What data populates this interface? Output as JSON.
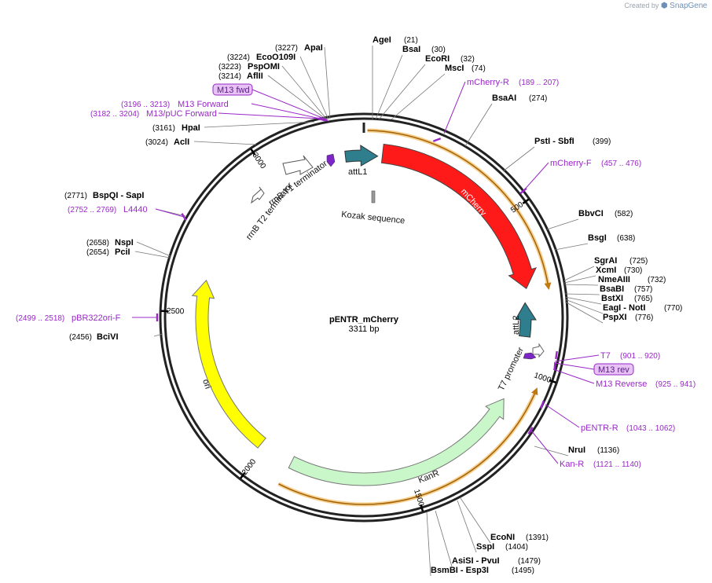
{
  "credit": {
    "prefix": "Created by",
    "brand": "SnapGene"
  },
  "plasmid": {
    "name": "pENTR_mCherry",
    "size_label": "3311 bp",
    "length": 3311
  },
  "ticks": [
    "500",
    "1000",
    "1500",
    "2000",
    "2500",
    "3000"
  ],
  "colors": {
    "mCherry": "#ff1a1a",
    "ori": "#ffff00",
    "KanR": "#c9f7c9",
    "att": "#2f7e8e",
    "primer": "#9a28c8",
    "orf_outline": "#f0a830"
  },
  "enzymes": [
    {
      "name": "AgeI",
      "pos": "(21)"
    },
    {
      "name": "BsaI",
      "pos": "(30)"
    },
    {
      "name": "EcoRI",
      "pos": "(32)"
    },
    {
      "name": "MscI",
      "pos": "(74)"
    },
    {
      "name": "BsaAI",
      "pos": "(274)"
    },
    {
      "name": "PstI  - SbfI",
      "pos": "(399)"
    },
    {
      "name": "BbvCI",
      "pos": "(582)"
    },
    {
      "name": "BsgI",
      "pos": "(638)"
    },
    {
      "name": "SgrAI",
      "pos": "(725)"
    },
    {
      "name": "XcmI",
      "pos": "(730)"
    },
    {
      "name": "NmeAIII",
      "pos": "(732)"
    },
    {
      "name": "BsaBI",
      "pos": "(757)"
    },
    {
      "name": "BstXI",
      "pos": "(765)"
    },
    {
      "name": "EagI  - NotI",
      "pos": "(770)"
    },
    {
      "name": "PspXI",
      "pos": "(776)"
    },
    {
      "name": "NruI",
      "pos": "(1136)"
    },
    {
      "name": "EcoNI",
      "pos": "(1391)"
    },
    {
      "name": "SspI",
      "pos": "(1404)"
    },
    {
      "name": "AsiSI  - PvuI",
      "pos": "(1479)"
    },
    {
      "name": "BsmBI  - Esp3I",
      "pos": "(1495)"
    },
    {
      "name": "BciVI",
      "pos": "(2456)"
    },
    {
      "name": "PciI",
      "pos": "(2654)"
    },
    {
      "name": "NspI",
      "pos": "(2658)"
    },
    {
      "name": "BspQI  - SapI",
      "pos": "(2771)"
    },
    {
      "name": "AclI",
      "pos": "(3024)"
    },
    {
      "name": "HpaI",
      "pos": "(3161)"
    },
    {
      "name": "AflII",
      "pos": "(3214)"
    },
    {
      "name": "PspOMI",
      "pos": "(3223)"
    },
    {
      "name": "EcoO109I",
      "pos": "(3224)"
    },
    {
      "name": "ApaI",
      "pos": "(3227)"
    }
  ],
  "primers": [
    {
      "name": "mCherry-R",
      "pos": "(189 .. 207)"
    },
    {
      "name": "mCherry-F",
      "pos": "(457 .. 476)"
    },
    {
      "name": "T7",
      "pos": "(901 .. 920)"
    },
    {
      "name": "M13 rev",
      "pos": ""
    },
    {
      "name": "M13 Reverse",
      "pos": "(925 .. 941)"
    },
    {
      "name": "pENTR-R",
      "pos": "(1043 .. 1062)"
    },
    {
      "name": "Kan-R",
      "pos": "(1121 .. 1140)"
    },
    {
      "name": "pBR322ori-F",
      "pos": "(2499 .. 2518)"
    },
    {
      "name": "L4440",
      "pos": "(2752 .. 2769)"
    },
    {
      "name": "M13/pUC Forward",
      "pos": "(3182 .. 3204)"
    },
    {
      "name": "M13 Forward",
      "pos": "(3196 .. 3213)"
    },
    {
      "name": "M13 fwd",
      "pos": ""
    }
  ],
  "features": {
    "attL1": "attL1",
    "kozak": "Kozak sequence",
    "mCherry": "mCherry",
    "attL2": "attL2",
    "t7": "T7 promoter",
    "kanr": "KanR",
    "ori": "ori",
    "rrnbt1": "rrnB T1 terminator",
    "rrnbt2": "rrnB T2 terminator"
  }
}
